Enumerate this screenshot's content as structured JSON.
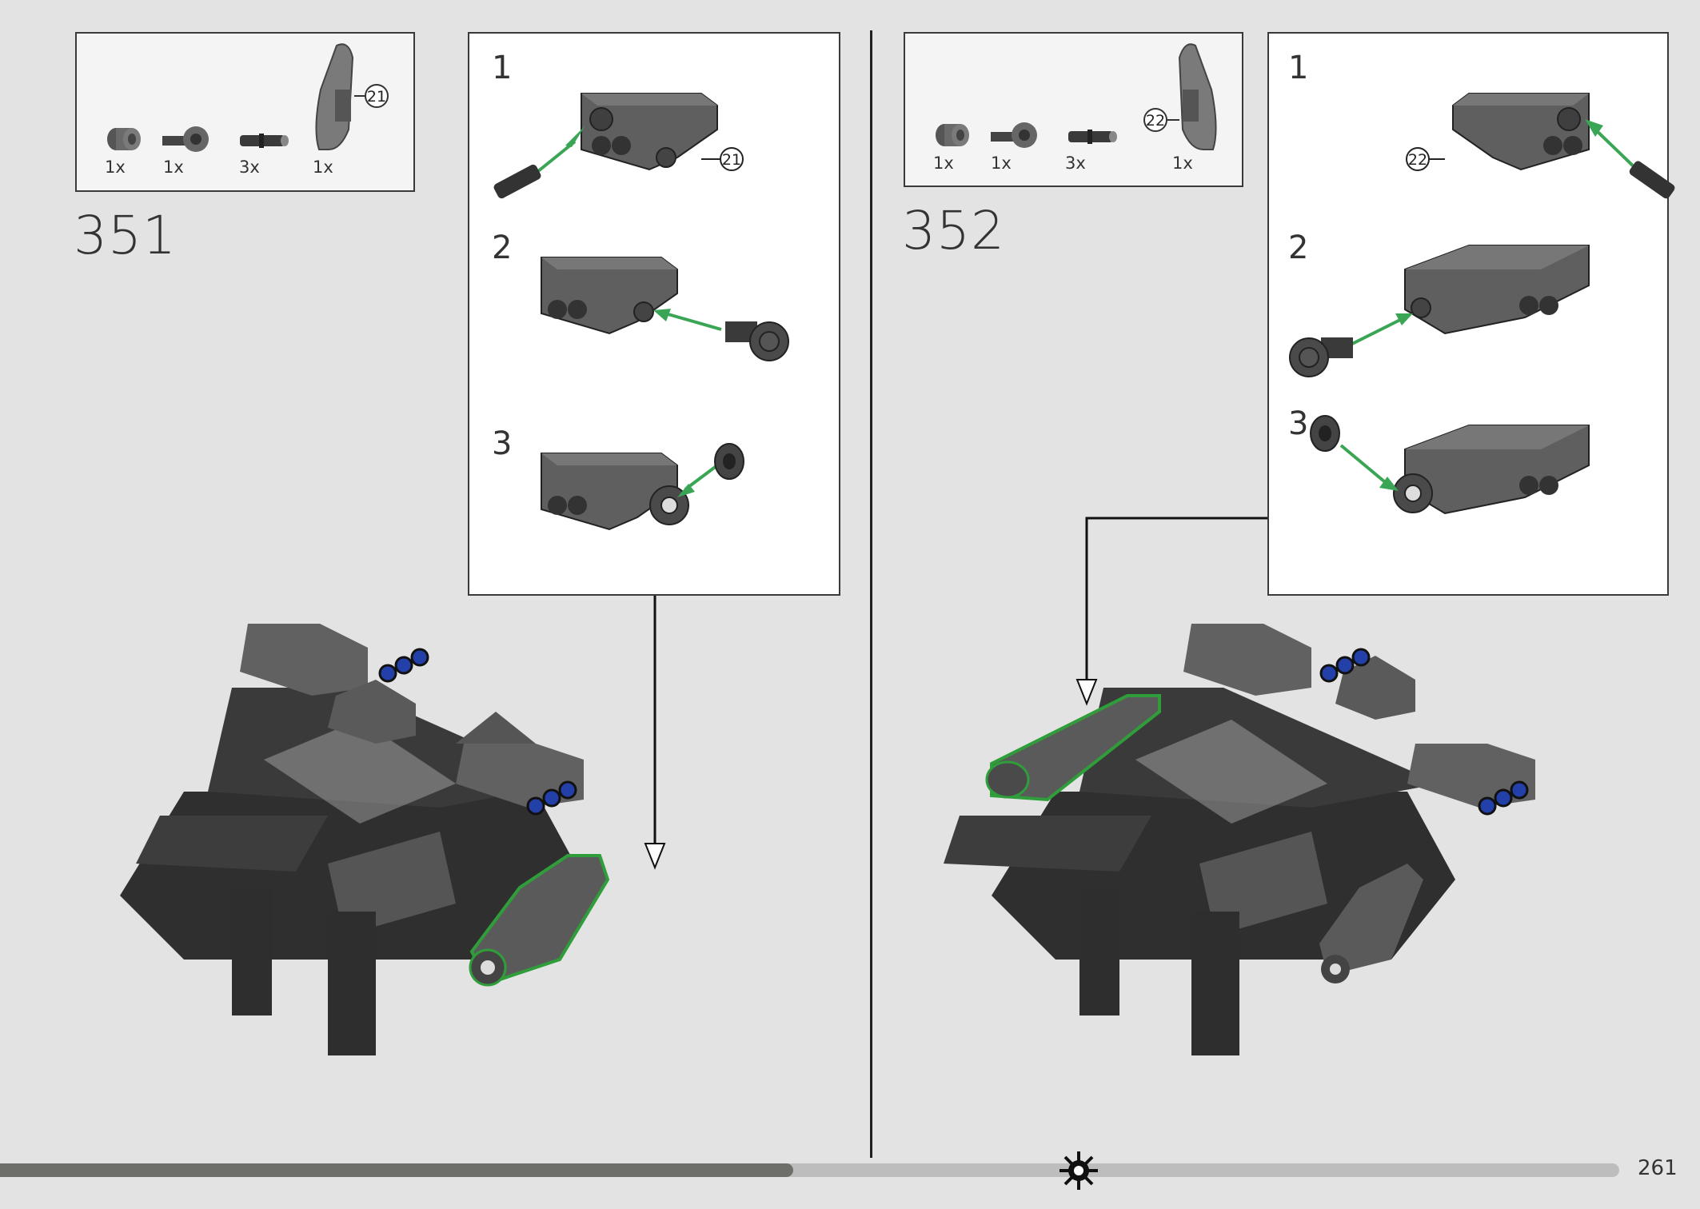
{
  "steps": [
    {
      "number": "351",
      "parts_list": [
        {
          "qty": "1x",
          "icon": "bush-icon"
        },
        {
          "qty": "1x",
          "icon": "axle-pin-connector-icon"
        },
        {
          "qty": "3x",
          "icon": "friction-pin-icon"
        },
        {
          "qty": "1x",
          "icon": "panel-21-icon"
        }
      ],
      "part_callout": "21",
      "substeps": [
        {
          "number": "1",
          "callout": "21"
        },
        {
          "number": "2"
        },
        {
          "number": "3"
        }
      ]
    },
    {
      "number": "352",
      "parts_list": [
        {
          "qty": "1x",
          "icon": "bush-icon"
        },
        {
          "qty": "1x",
          "icon": "axle-pin-connector-icon"
        },
        {
          "qty": "3x",
          "icon": "friction-pin-icon"
        },
        {
          "qty": "1x",
          "icon": "panel-22-icon"
        }
      ],
      "part_callout": "22",
      "substeps": [
        {
          "number": "1",
          "callout": "22"
        },
        {
          "number": "2"
        },
        {
          "number": "3"
        }
      ]
    }
  ],
  "footer": {
    "page_number": "261",
    "progress": 0.49,
    "icon": "gear-star-icon"
  },
  "colors": {
    "highlight": "#2f9e3a",
    "arrow": "#3aa655",
    "part_dark": "#3b3b3b",
    "part_mid": "#5e5e5e",
    "blue_pin": "#2340a8"
  }
}
